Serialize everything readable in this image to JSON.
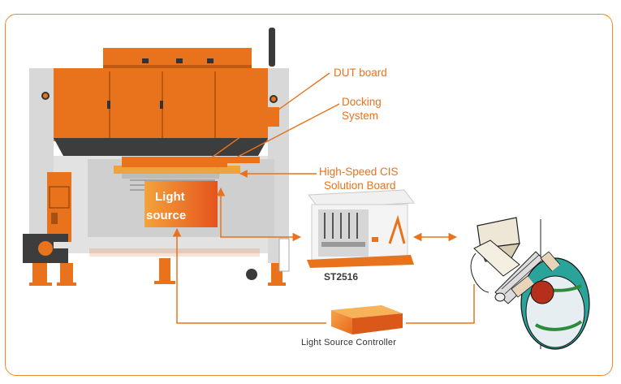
{
  "labels": {
    "dut_board": "DUT board",
    "docking_line1": "Docking",
    "docking_line2": "System",
    "cis_line1": "High-Speed CIS",
    "cis_line2": "Solution Board",
    "light_line1": "Light",
    "light_line2": "source",
    "tester_model": "ST2516",
    "light_controller": "Light Source Controller"
  },
  "colors": {
    "accent": "#f08a24",
    "machine_orange": "#e8731c",
    "machine_gray": "#d9d9d9",
    "machine_dark": "#3d3d3d",
    "label_text": "#e8731c"
  },
  "icons": [
    "test-handler-machine",
    "tester-unit",
    "light-source-controller-box",
    "operator-workstation"
  ]
}
